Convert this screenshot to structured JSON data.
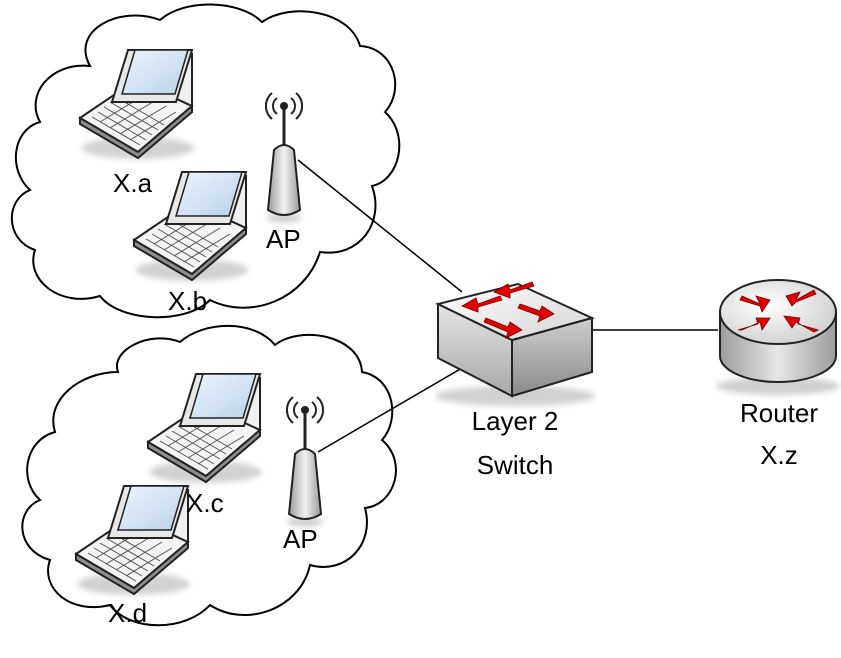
{
  "nodes": {
    "laptop_a": {
      "label": "X.a"
    },
    "laptop_b": {
      "label": "X.b"
    },
    "laptop_c": {
      "label": "X.c"
    },
    "laptop_d": {
      "label": "X.d"
    },
    "ap_top": {
      "label": "AP"
    },
    "ap_bottom": {
      "label": "AP"
    },
    "switch": {
      "label_line1": "Layer 2",
      "label_line2": "Switch"
    },
    "router": {
      "label_line1": "Router",
      "label_line2": "X.z"
    }
  },
  "colors": {
    "line": "#000000",
    "arrow": "#e00000",
    "device_gray": "#d9d9d9",
    "screen": "#cfe1f3",
    "cloud_fill": "#ffffff",
    "cloud_stroke": "#000000"
  }
}
